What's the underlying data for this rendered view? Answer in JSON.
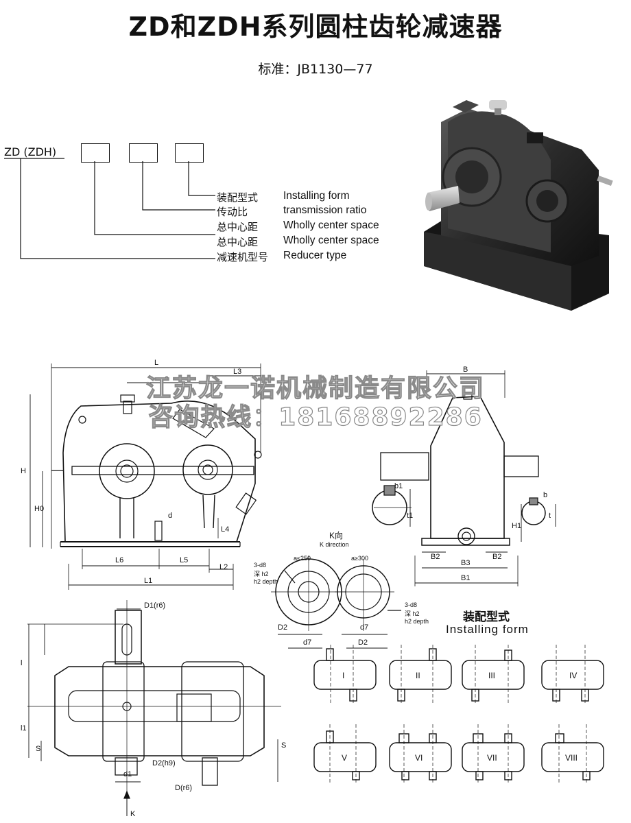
{
  "header": {
    "title": "ZD和ZDH系列圆柱齿轮减速器",
    "standard": "标准：JB1130—77"
  },
  "model_code": {
    "label": "ZD (ZDH)",
    "legend": [
      {
        "cn": "装配型式",
        "en": "Installing form"
      },
      {
        "cn": "传动比",
        "en": "transmission ratio"
      },
      {
        "cn": "总中心距",
        "en": "Wholly center space"
      },
      {
        "cn": "总中心距",
        "en": "Wholly center space"
      },
      {
        "cn": "减速机型号",
        "en": "Reducer type"
      }
    ]
  },
  "watermark": {
    "line1": "江苏龙一诺机械制造有限公司",
    "line2": "咨询热线：18168892286"
  },
  "drawing": {
    "front_labels": [
      "L",
      "a",
      "L3",
      "H",
      "H0",
      "d",
      "L4",
      "L6",
      "L5",
      "L2",
      "L1"
    ],
    "side_labels": [
      "B",
      "b1",
      "t1",
      "b",
      "t",
      "H1",
      "B2",
      "B2",
      "B3",
      "B1"
    ],
    "k_view": {
      "title": "K向",
      "subtitle": "K direction",
      "a_small": "a≤250",
      "a_large": "a≥300",
      "hole": "3-d8",
      "depth_cn": "深 h2",
      "depth_en": "h2 depth",
      "d7": "d7",
      "d2": "D2"
    },
    "top_labels": [
      "D1(r6)",
      "l",
      "l1",
      "S",
      "D2(h9)",
      "d1",
      "D(r6)",
      "S",
      "K"
    ]
  },
  "installing": {
    "title_cn": "装配型式",
    "title_en": "Installing form",
    "forms": [
      "I",
      "II",
      "III",
      "IV",
      "V",
      "VI",
      "VII",
      "VIII"
    ]
  }
}
